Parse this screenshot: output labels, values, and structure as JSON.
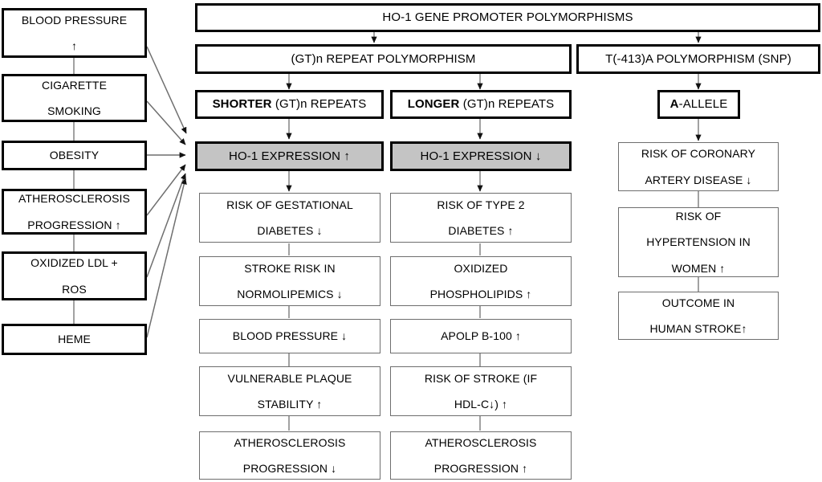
{
  "diagram": {
    "title": "HO-1 gene promoter polymorphisms flow chart",
    "colors": {
      "highlight": "#c4c4c4",
      "thick_border": "#000000",
      "thin_border": "#6e6e6e",
      "background": "#ffffff"
    },
    "arrow_glyph_up": "↑",
    "arrow_glyph_down": "↓"
  },
  "top": {
    "root": "HO-1 GENE PROMOTER POLYMORPHISMS",
    "branch_left": "(GT)n REPEAT POLYMORPHISM",
    "branch_right": "T(-413)A POLYMORPHISM (SNP)"
  },
  "alleles": {
    "shorter_strong": "SHORTER",
    "shorter_rest": " (GT)n REPEATS",
    "longer_strong": "LONGER",
    "longer_rest": " (GT)n REPEATS",
    "a_allele_strong": "A",
    "a_allele_rest": "-ALLELE"
  },
  "expression": {
    "up": "HO-1 EXPRESSION ↑",
    "down": "HO-1 EXPRESSION ↓"
  },
  "left_column": {
    "items": [
      {
        "line1": "BLOOD PRESSURE",
        "line2": "↑"
      },
      {
        "line1": "CIGARETTE",
        "line2": "SMOKING"
      },
      {
        "line1": "OBESITY",
        "line2": ""
      },
      {
        "line1": "ATHEROSCLEROSIS",
        "line2": "PROGRESSION ↑"
      },
      {
        "line1": "OXIDIZED LDL +",
        "line2": "ROS"
      },
      {
        "line1": "HEME",
        "line2": ""
      }
    ]
  },
  "column_shorter_effects": {
    "items": [
      {
        "line1": "RISK OF GESTATIONAL",
        "line2": "DIABETES ↓"
      },
      {
        "line1": "STROKE RISK IN",
        "line2": "NORMOLIPEMICS ↓"
      },
      {
        "line1": "BLOOD PRESSURE ↓",
        "line2": ""
      },
      {
        "line1": "VULNERABLE PLAQUE",
        "line2": "STABILITY ↑"
      },
      {
        "line1": "ATHEROSCLEROSIS",
        "line2": "PROGRESSION ↓"
      }
    ]
  },
  "column_longer_effects": {
    "items": [
      {
        "line1": "RISK OF TYPE 2",
        "line2": "DIABETES ↑"
      },
      {
        "line1": "OXIDIZED",
        "line2": "PHOSPHOLIPIDS ↑"
      },
      {
        "line1": "APOLP B-100 ↑",
        "line2": ""
      },
      {
        "line1": "RISK OF STROKE (IF",
        "line2": "HDL-C↓) ↑"
      },
      {
        "line1": "ATHEROSCLEROSIS",
        "line2": "PROGRESSION ↑"
      }
    ]
  },
  "column_snp_effects": {
    "items": [
      {
        "line1": "RISK OF CORONARY",
        "line2": "ARTERY DISEASE ↓",
        "line3": ""
      },
      {
        "line1": "RISK OF",
        "line2": "HYPERTENSION IN",
        "line3": "WOMEN ↑"
      },
      {
        "line1": "OUTCOME IN",
        "line2": "HUMAN STROKE↑",
        "line3": ""
      }
    ]
  }
}
